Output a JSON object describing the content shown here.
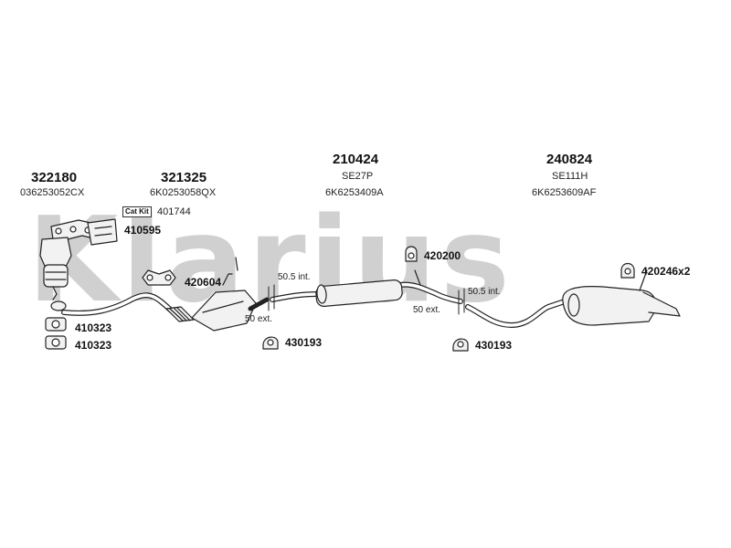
{
  "watermark": "Klarius",
  "groups": [
    {
      "part": "322180",
      "ref": "036253052CX"
    },
    {
      "part": "321325",
      "ref": "6K0253058QX"
    },
    {
      "part": "210424",
      "name": "SE27P",
      "ref": "6K6253409A"
    },
    {
      "part": "240824",
      "name": "SE111H",
      "ref": "6K6253609AF"
    }
  ],
  "cat_kit": {
    "badge": "Cat Kit",
    "part": "401744"
  },
  "callouts": {
    "c410595": "410595",
    "c420604": "420604",
    "c410323a": "410323",
    "c410323b": "410323",
    "c430193a": "430193",
    "c420200": "420200",
    "c430193b": "430193",
    "c420246": "420246x2"
  },
  "dimensions": {
    "int1": "50.5 int.",
    "ext1": "50 ext.",
    "int2": "50.5 int.",
    "ext2": "50 ext."
  },
  "colors": {
    "watermark": "#d0d0d0",
    "line": "#222222",
    "fill": "#f2f2f2"
  }
}
